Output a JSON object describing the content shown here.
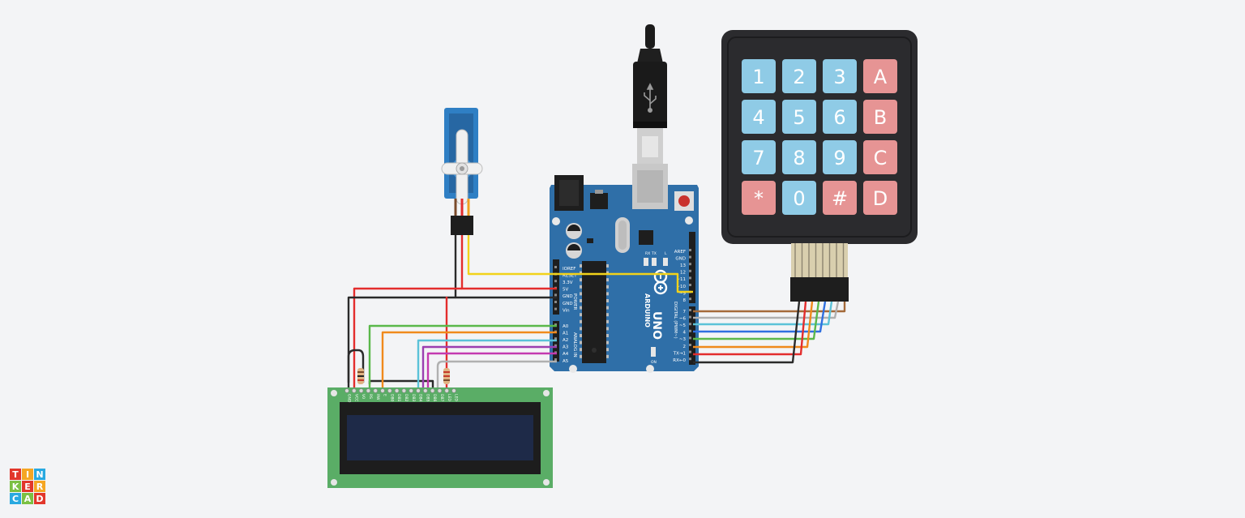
{
  "arduino": {
    "brand": "ARDUINO",
    "model": "UNO",
    "digital_label": "DIGITAL (PWM~)",
    "analog_label": "ANALOG IN",
    "power_label": "POWER",
    "on_label": "ON",
    "l_label": "L",
    "tx_label": "TX",
    "rx_label": "RX",
    "power_pins": [
      "IOREF",
      "RESET",
      "3.3V",
      "5V",
      "GND",
      "GND",
      "Vin"
    ],
    "analog_pins": [
      "A0",
      "A1",
      "A2",
      "A3",
      "A4",
      "A5"
    ],
    "digital_pins_top": [
      "AREF",
      "GND",
      "13",
      "12",
      "~11",
      "~10",
      "~9",
      "8"
    ],
    "digital_pins_bottom": [
      "7",
      "~6",
      "~5",
      "4",
      "~3",
      "2",
      "TX→1",
      "RX←0"
    ]
  },
  "keypad": {
    "keys": [
      {
        "label": "1",
        "color": "#8fcbe6"
      },
      {
        "label": "2",
        "color": "#8fcbe6"
      },
      {
        "label": "3",
        "color": "#8fcbe6"
      },
      {
        "label": "A",
        "color": "#e69494"
      },
      {
        "label": "4",
        "color": "#8fcbe6"
      },
      {
        "label": "5",
        "color": "#8fcbe6"
      },
      {
        "label": "6",
        "color": "#8fcbe6"
      },
      {
        "label": "B",
        "color": "#e69494"
      },
      {
        "label": "7",
        "color": "#8fcbe6"
      },
      {
        "label": "8",
        "color": "#8fcbe6"
      },
      {
        "label": "9",
        "color": "#8fcbe6"
      },
      {
        "label": "C",
        "color": "#e69494"
      },
      {
        "label": "*",
        "color": "#e69494"
      },
      {
        "label": "0",
        "color": "#8fcbe6"
      },
      {
        "label": "#",
        "color": "#e69494"
      },
      {
        "label": "D",
        "color": "#e69494"
      }
    ]
  },
  "lcd": {
    "pins": [
      "GND",
      "VCC",
      "V0",
      "RS",
      "RW",
      "E",
      "DB0",
      "DB1",
      "DB2",
      "DB3",
      "DB4",
      "DB5",
      "DB6",
      "DB7",
      "LED",
      "LED"
    ]
  },
  "logo": {
    "letters": [
      "T",
      "I",
      "N",
      "K",
      "E",
      "R",
      "C",
      "A",
      "D"
    ]
  },
  "colors": {
    "board": "#2f6fa8",
    "lcd_pcb": "#5aad66",
    "lcd_screen": "#1e2a48",
    "keypad_body": "#2b2b2e",
    "servo": "#2f7fc4",
    "wire_red": "#e32d2d",
    "wire_black": "#2a2a2a",
    "wire_yellow": "#f2d21a",
    "wire_green": "#5ab84a",
    "wire_orange": "#f08a1c",
    "wire_cyan": "#5bc2d8",
    "wire_purple": "#9b3fb0",
    "wire_magenta": "#c43ab0",
    "wire_grey": "#b0b0b0",
    "wire_blue": "#2f6fe0",
    "wire_brown": "#a46a3a"
  }
}
